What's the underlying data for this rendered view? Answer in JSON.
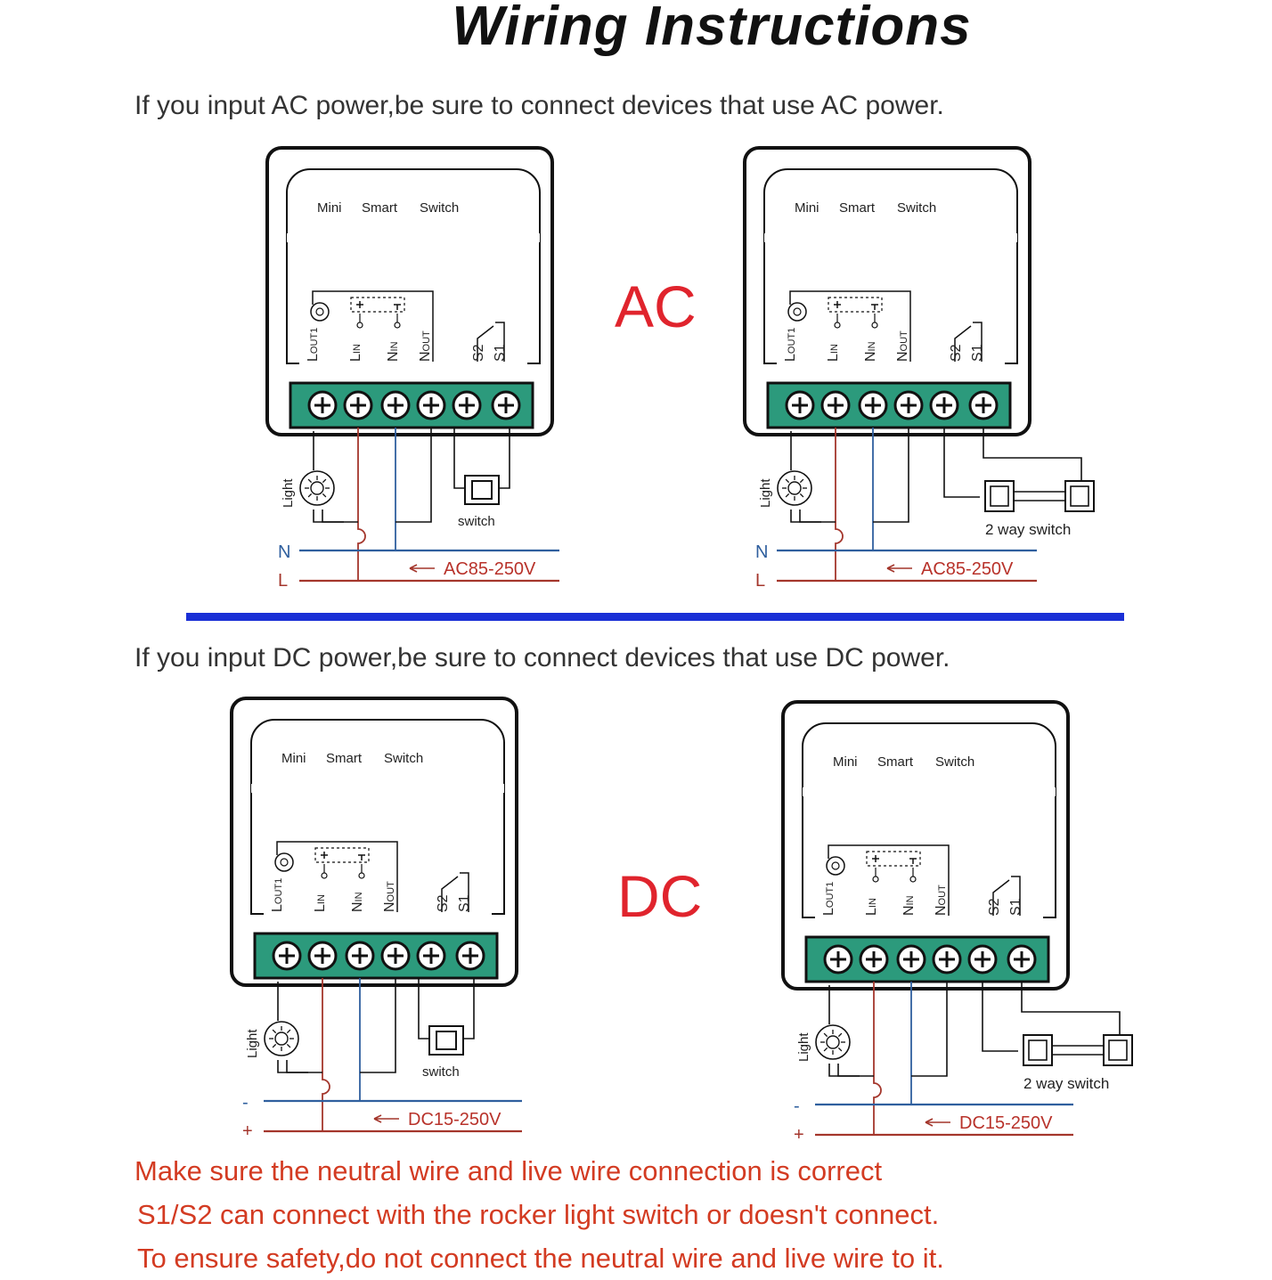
{
  "title": "Wiring Instructions",
  "ac_intro": "If you input AC power,be sure to connect devices that use AC power.",
  "dc_intro": "If you input DC power,be sure to connect devices that use DC power.",
  "ac_label": "AC",
  "dc_label": "DC",
  "device": {
    "word1": "Mini",
    "word2": "Smart",
    "word3": "Switch"
  },
  "terminals": {
    "lout": "LOUT1",
    "lin": "LIN",
    "nin": "NIN",
    "nout": "NOUT",
    "s2": "S2",
    "s1": "S1"
  },
  "light_label": "Light",
  "switch_label": "switch",
  "two_way_label": "2 way switch",
  "ac_wires": {
    "top": "N",
    "bottom": "L",
    "voltage": "AC85-250V"
  },
  "dc_wires": {
    "top": "-",
    "bottom": "+",
    "voltage": "DC15-250V"
  },
  "colors": {
    "wire_blue": "#2f5f9e",
    "wire_red": "#a4362c",
    "terminal_green": "#2c9a7c",
    "divider": "#1a2fd6",
    "accent_red": "#e0242d",
    "note_red": "#d33b22"
  },
  "notes": [
    "Make sure the neutral wire and live wire connection is correct",
    "S1/S2 can connect with the rocker light switch or doesn't connect.",
    "To ensure safety,do not connect the neutral wire and live wire to it."
  ]
}
